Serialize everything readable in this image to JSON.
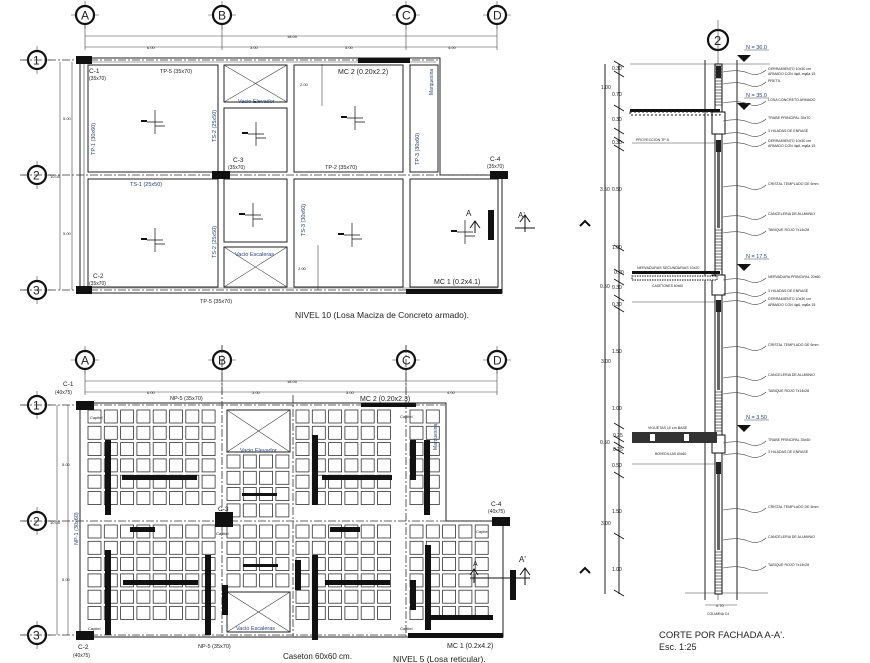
{
  "grid_axes": {
    "columns": [
      "A",
      "B",
      "C",
      "D"
    ],
    "rows": [
      "1",
      "2",
      "3"
    ],
    "section_axis": "2"
  },
  "plan_top": {
    "title": "NIVEL 10 (Losa Maciza de Concreto armado).",
    "dims": {
      "total": "18.00",
      "spans": [
        "6.00",
        "3.00",
        "5.00",
        "4.00"
      ],
      "rows": [
        "5.00",
        "5.00"
      ],
      "total_v": "10.00",
      "void": "2.00"
    },
    "labels": {
      "c1": "C-1",
      "c1_size": "(35x70)",
      "c2": "C-2",
      "c2_size": "(35x70)",
      "c3": "C-3",
      "c3_size": "(35x70)",
      "c4": "C-4",
      "c4_size": "(35x70)",
      "tp5_top": "TP-5 (35x70)",
      "tp5_bottom": "TP-5 (35x70)",
      "tp1": "TP-1 (30x60)",
      "ts2a": "TS-2 (25x50)",
      "ts2b": "TS-2 (25x50)",
      "ts1": "TS-1 (25x50)",
      "tp2": "TP-2 (35x70)",
      "tp3": "TP-3 (30x60)",
      "ts3": "TS-3 (30x60)",
      "mc2": "MC 2  (0.20x2.2)",
      "mc1": "MC 1  (0.2x4.1)",
      "marquesina": "Marquesina",
      "vacio_elevador": "Vacio Elevador",
      "vacio_escaleras": "Vacio Escaleras",
      "cut_a": "A",
      "cut_a2": "A'"
    }
  },
  "plan_bottom": {
    "title": "NIVEL 5 (Losa reticular).",
    "caseton_note": "Caseton 60x60 cm.",
    "dims": {
      "total": "18.00",
      "spans": [
        "6.00",
        "3.00",
        "5.00",
        "4.00"
      ],
      "rows": [
        "5.00",
        "5.00"
      ],
      "total_v": "10.00"
    },
    "labels": {
      "c1": "C-1",
      "c1_size": "(40x75)",
      "c2": "C-2",
      "c2_size": "(40x75)",
      "c3": "C-3",
      "c4": "C-4",
      "c4_size": "(40x75)",
      "np5_top": "NP-5 (35x70)",
      "np5_bottom": "NP-5 (35x70)",
      "np1": "NP-1 (30x60)",
      "mc2": "MC 2  (0.20x2.3)",
      "mc1": "MC 1  (0.2x4.2)",
      "capitel": "Capitel",
      "marquesina": "Marquesina",
      "vacio_elevador": "Vacio Elevador",
      "vacio_escaleras": "Vacio Escaleras",
      "cut_a": "A",
      "cut_a2": "A'"
    }
  },
  "section": {
    "title": "CORTE POR FACHADA A-A'.",
    "scale": "Esc. 1:25",
    "levels": [
      "N = 36.0",
      "N = 35.0",
      "N = 17.5",
      "N = 3.50"
    ],
    "width_dim": "0.70",
    "column_label": "COLUMNA C4",
    "dims": [
      "0.30",
      "1.00",
      "0.70",
      "0.30",
      "0.30",
      "3.50",
      "0.50",
      "1.00",
      "0.20",
      "0.50",
      "0.30",
      "0.30",
      "1.50",
      "3.00",
      "1.00",
      "0.25",
      "0.50",
      "0.25",
      "0.50",
      "1.50",
      "3.00",
      "1.00"
    ],
    "left_notes": {
      "proyeccion": "PROYECCION TP-5",
      "nervaduras": "NERVADURAS SECUNDARIAS 10x20",
      "casetones": "CASETONES 60x60",
      "viguetas": "VIGUETAS 10 cm BASE",
      "bovedillas": "BOVEDILLAS 60x60"
    },
    "notes": [
      "CERRAMIENTO 10x30 cm",
      "ARMADO CON 4φ6, eφ6a 15",
      "PRETIL",
      "LOSA CONCRETO ARMADO",
      "TRABE PRINCIPAL 35x70",
      "3 HILADAS DE ENRASE",
      "CERRAMIENTO 10x30 cm",
      "ARMADO CON 4φ6, eφ6a 15",
      "CRISTAL TEMPLADO DE 6mm",
      "CANCELERIA DE ALUMINIO",
      "TABIQUE ROJO 7x14x28",
      "NERVADURA PRINCIPAL 20x60",
      "3 HILADAS DE ENRASE",
      "CERRAMIENTO 10x30 cm",
      "ARMADO CON 4φ6, eφ6a 15",
      "CRISTAL TEMPLADO DE 6mm",
      "CANCELERIA DE ALUMINIO",
      "TABIQUE ROJO 7x14x28",
      "TRABE PRINCIPAL 35x50",
      "3 HILADAS DE ENRASE",
      "CRISTAL TEMPLADO DE 6mm",
      "CANCELERIA DE ALUMINIO",
      "TABIQUE ROJO 7x14x28"
    ]
  }
}
